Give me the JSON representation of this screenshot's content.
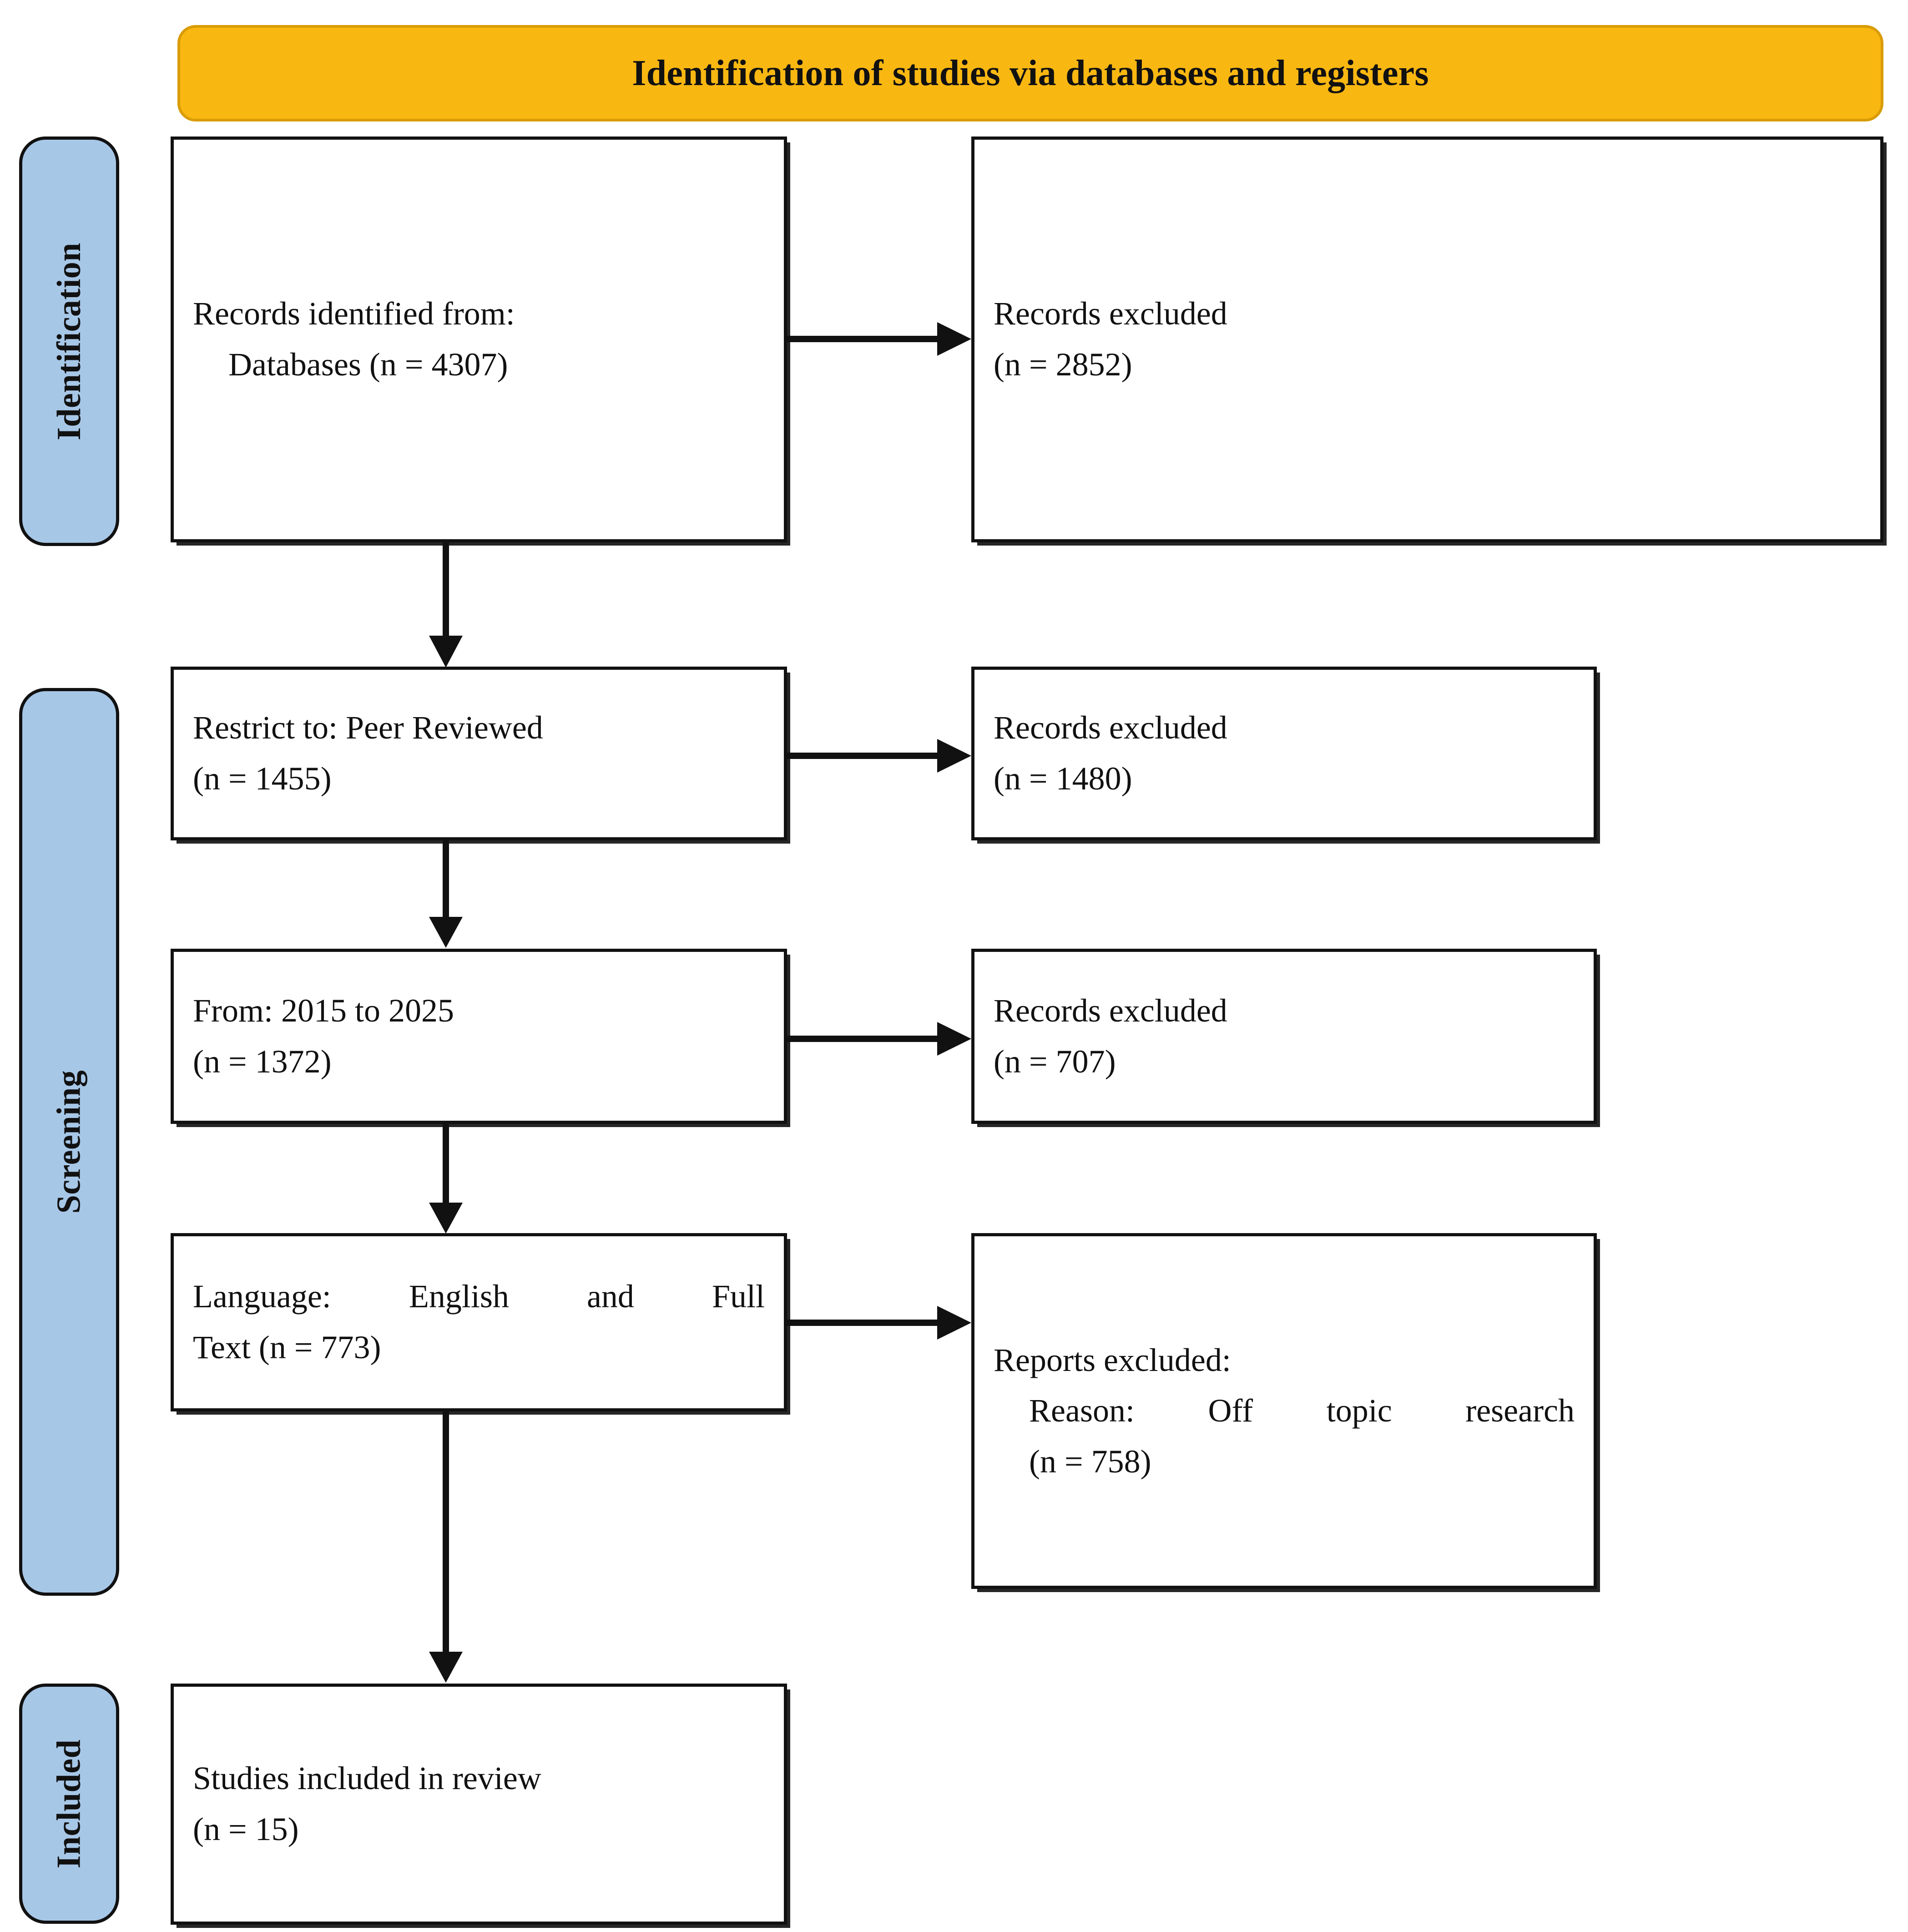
{
  "header": {
    "title": "Identification of studies via databases and registers",
    "background_color": "#F9B711",
    "border_color": "#D99C06"
  },
  "stages": [
    {
      "id": "identification",
      "label": "Identification",
      "color": "#A7C7E7"
    },
    {
      "id": "screening",
      "label": "Screening",
      "color": "#A7C7E7"
    },
    {
      "id": "included",
      "label": "Included",
      "color": "#A7C7E7"
    }
  ],
  "boxes": {
    "identified": {
      "line1": "Records identified from:",
      "line2": "Databases (n = 4307)",
      "count": 4307
    },
    "excluded_1": {
      "line1": "Records excluded",
      "line2": "(n = 2852)",
      "count": 2852
    },
    "peer_reviewed": {
      "line1": "Restrict to: Peer Reviewed",
      "line2": "(n = 1455)",
      "count": 1455
    },
    "excluded_2": {
      "line1": "Records excluded",
      "line2": "(n = 1480)",
      "count": 1480
    },
    "years": {
      "line1": "From: 2015 to 2025",
      "line2": "(n = 1372)",
      "count": 1372,
      "year_from": 2015,
      "year_to": 2025
    },
    "excluded_3": {
      "line1": "Records excluded",
      "line2": "(n = 707)",
      "count": 707
    },
    "language": {
      "line1": "Language: English and Full",
      "line2": "Text (n = 773)",
      "count": 773
    },
    "reports_excluded": {
      "line1": "Reports excluded:",
      "line2": "Reason: Off topic research",
      "line3": "(n = 758)",
      "count": 758
    },
    "included": {
      "line1": "Studies included in review",
      "line2": "(n = 15)",
      "count": 15
    }
  },
  "connectors": [
    {
      "id": "identified-to-excluded-1",
      "type": "arrow-right"
    },
    {
      "id": "identified-to-peer",
      "type": "arrow-down"
    },
    {
      "id": "peer-to-excluded-2",
      "type": "arrow-right"
    },
    {
      "id": "peer-to-years",
      "type": "arrow-down"
    },
    {
      "id": "years-to-excluded-3",
      "type": "arrow-right"
    },
    {
      "id": "years-to-language",
      "type": "arrow-down"
    },
    {
      "id": "language-to-reports",
      "type": "arrow-right"
    },
    {
      "id": "language-to-included",
      "type": "arrow-down"
    }
  ]
}
